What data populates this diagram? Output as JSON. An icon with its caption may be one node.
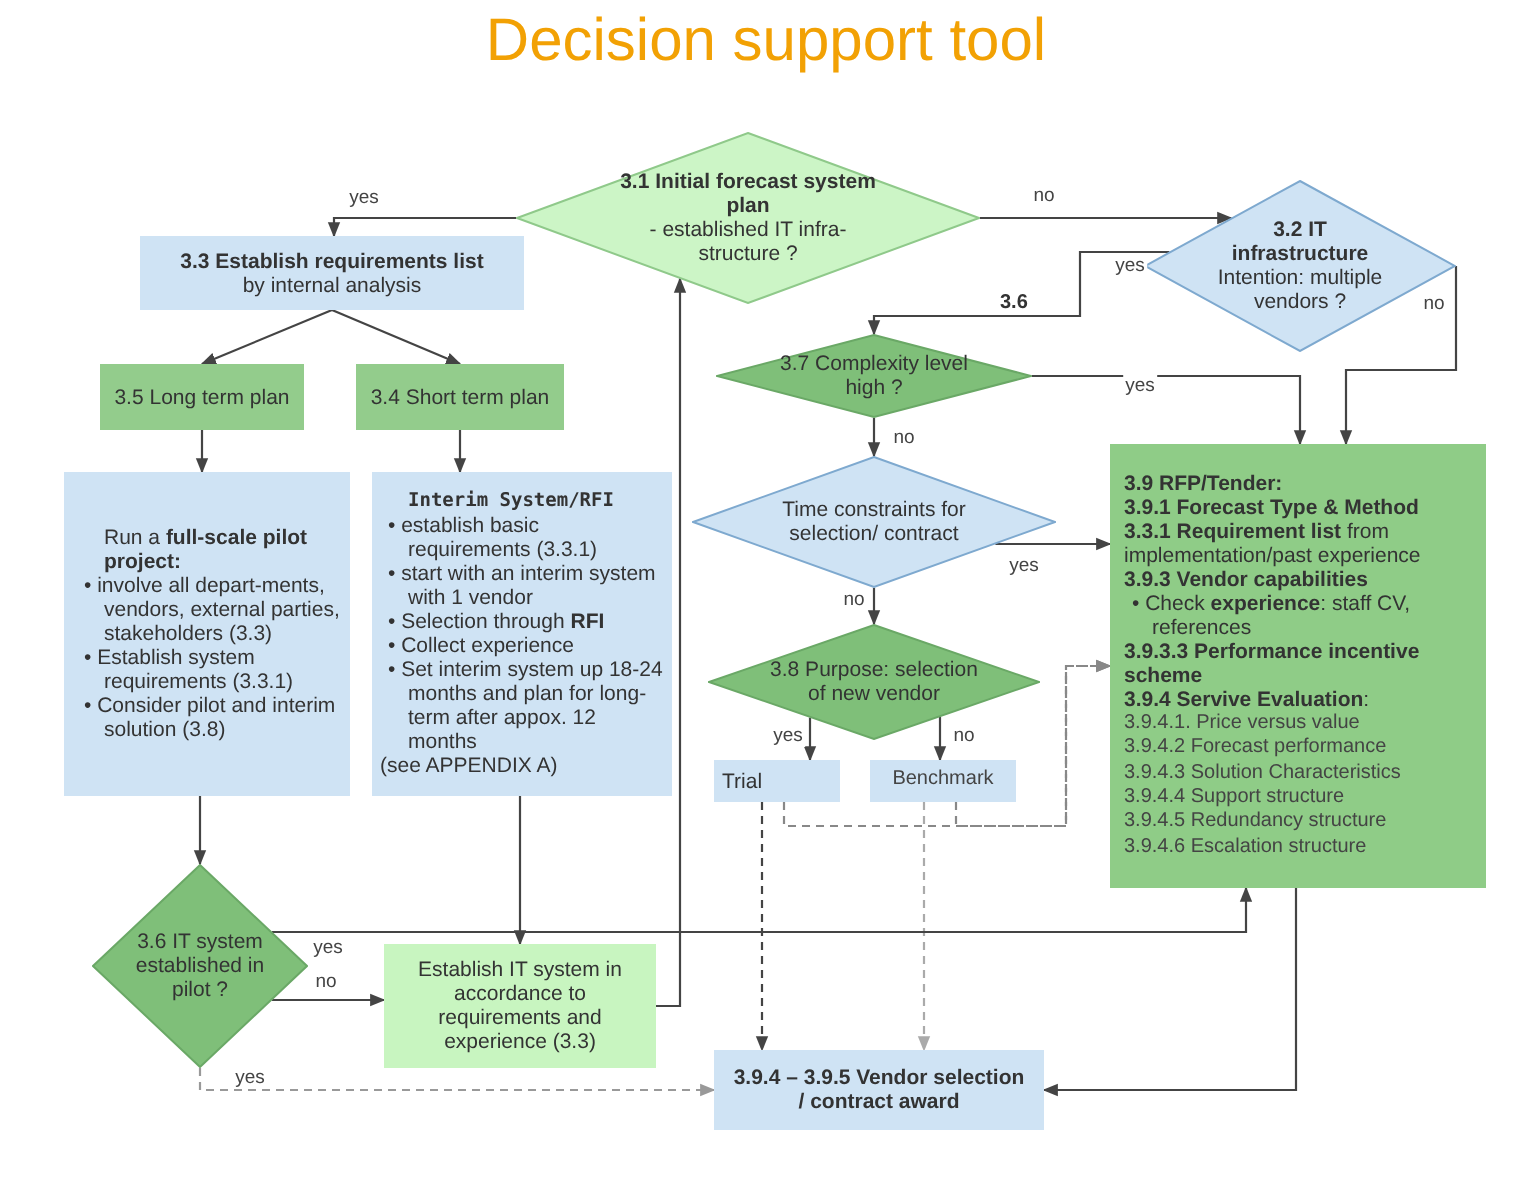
{
  "diagram": {
    "title": "Decision support tool",
    "nodes": [
      {
        "text": [
          "3.1 Initial forecast system plan",
          "- established IT infra-structure ?"
        ]
      },
      {
        "text": [
          "3.2 IT infrastructure",
          "Intention: multiple vendors ?"
        ]
      },
      {
        "text": [
          "3.3 Establish requirements list",
          "by internal analysis"
        ]
      },
      {
        "text": [
          "3.5 Long term plan"
        ]
      },
      {
        "text": [
          "3.4 Short term plan"
        ]
      },
      {
        "text": [
          "Run a **full-scale pilot project:**",
          "• involve all depart-ments, vendors, external parties, stakeholders (3.3)",
          "• Establish system requirements (3.3.1)",
          "• Consider pilot and interim solution (3.8)"
        ]
      },
      {
        "text": [
          "Interim System/RFI",
          "• establish basic requirements (3.3.1)",
          "• start with an interim system with 1 vendor",
          "• Selection through **RFI**",
          "• Collect experience",
          "• Set interim system up 18-24 months and plan for long-term after appox. 12 months",
          "(see APPENDIX A)"
        ]
      },
      {
        "text": [
          "3.7 Complexity level high ?"
        ]
      },
      {
        "text": [
          "Time constraints for selection/ contract"
        ]
      },
      {
        "text": [
          "3.8 Purpose: selection of new vendor"
        ]
      },
      {
        "text": [
          "Trial"
        ]
      },
      {
        "text": [
          "Benchmark"
        ]
      },
      {
        "text": [
          "3.9 RFP/Tender:",
          "3.9.1 Forecast Type & Method",
          "**3.3.1 Requirement list** from implementation/past experience",
          "3.9.3 Vendor capabilities",
          "• Check **experience**: staff CV, references",
          "3.9.3.3 Performance incentive scheme",
          "**3.9.4 Servive Evaluation**:",
          "3.9.4.1. Price versus value",
          "3.9.4.2 Forecast performance",
          "3.9.4.3 Solution Characteristics",
          "3.9.4.4 Support structure",
          "3.9.4.5 Redundancy structure",
          "3.9.4.6 Escalation structure"
        ]
      },
      {
        "text": [
          "3.6 IT system established in pilot ?"
        ]
      },
      {
        "text": [
          "Establish IT system in accordance to requirements and experience (3.3)"
        ]
      },
      {
        "text": [
          "3.9.4 – 3.9.5 Vendor selection / contract award"
        ]
      }
    ],
    "edges": [
      {
        "from": 0,
        "to": 2,
        "arrow": "to",
        "label": "yes"
      },
      {
        "from": 0,
        "to": 1,
        "arrow": "to",
        "label": "no"
      },
      {
        "from": 1,
        "to": 7,
        "arrow": "to",
        "label": "yes"
      },
      {
        "from": 1,
        "to": 12,
        "arrow": "to",
        "label": "no"
      },
      {
        "from": 7,
        "to": 12,
        "arrow": "to",
        "label": "yes"
      },
      {
        "from": 7,
        "to": 8,
        "arrow": "to",
        "label": "no"
      },
      {
        "from": 8,
        "to": 12,
        "arrow": "to",
        "label": "yes"
      },
      {
        "from": 8,
        "to": 9,
        "arrow": "to",
        "label": "no"
      },
      {
        "from": 9,
        "to": 10,
        "arrow": "to",
        "label": "yes"
      },
      {
        "from": 9,
        "to": 11,
        "arrow": "to",
        "label": "no"
      },
      {
        "from": 10,
        "to": 12,
        "arrow": "to",
        "style": "dashed",
        "color": "#888888"
      },
      {
        "from": 11,
        "to": 12,
        "arrow": "to",
        "style": "dashed",
        "color": "#888888"
      },
      {
        "from": 10,
        "to": 15,
        "arrow": "to",
        "style": "dashed"
      },
      {
        "from": 11,
        "to": 15,
        "arrow": "to",
        "style": "dashed",
        "color": "#aaaaaa"
      },
      {
        "from": 2,
        "to": 3,
        "arrow": "to"
      },
      {
        "from": 2,
        "to": 4,
        "arrow": "to"
      },
      {
        "from": 3,
        "to": 5,
        "arrow": "to"
      },
      {
        "from": 4,
        "to": 6,
        "arrow": "to"
      },
      {
        "from": 5,
        "to": 13,
        "arrow": "to"
      },
      {
        "from": 6,
        "to": 14,
        "arrow": "to"
      },
      {
        "from": 13,
        "to": 12,
        "arrow": "to",
        "label": "yes"
      },
      {
        "from": 13,
        "to": 14,
        "arrow": "to",
        "label": "no"
      },
      {
        "from": 13,
        "to": 15,
        "arrow": "to",
        "label": "yes",
        "style": "dashed",
        "color": "#999999"
      },
      {
        "from": 14,
        "to": 0,
        "arrow": "to"
      },
      {
        "from": 12,
        "to": 15,
        "arrow": "to"
      }
    ],
    "labels": [
      "3.6"
    ]
  }
}
